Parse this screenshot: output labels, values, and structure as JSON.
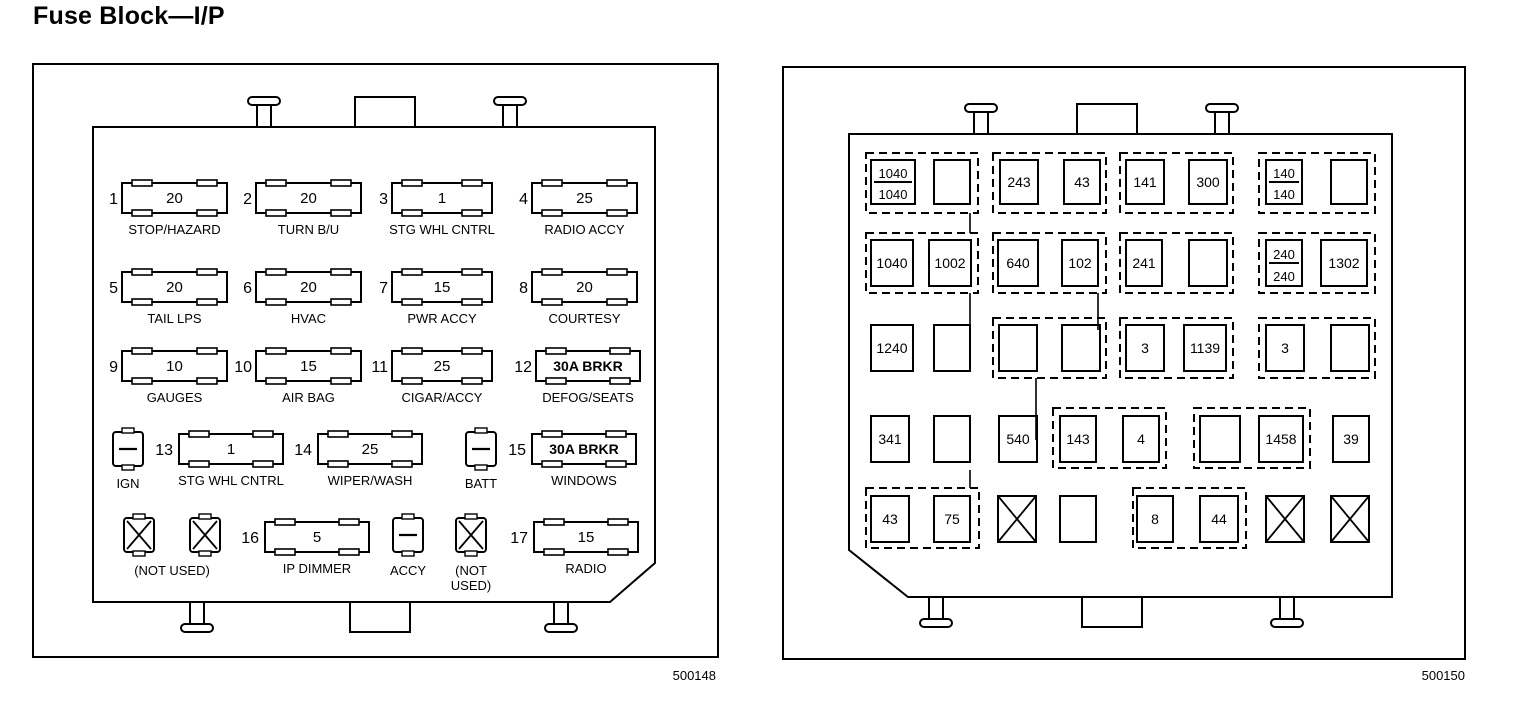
{
  "title": "Fuse Block—I/P",
  "left_diagram": {
    "figure_id": "500148",
    "fuses": [
      {
        "num": "1",
        "rating": "20",
        "label": "STOP/HAZARD"
      },
      {
        "num": "2",
        "rating": "20",
        "label": "TURN B/U"
      },
      {
        "num": "3",
        "rating": "1",
        "label": "STG WHL CNTRL"
      },
      {
        "num": "4",
        "rating": "25",
        "label": "RADIO ACCY"
      },
      {
        "num": "5",
        "rating": "20",
        "label": "TAIL LPS"
      },
      {
        "num": "6",
        "rating": "20",
        "label": "HVAC"
      },
      {
        "num": "7",
        "rating": "15",
        "label": "PWR ACCY"
      },
      {
        "num": "8",
        "rating": "20",
        "label": "COURTESY"
      },
      {
        "num": "9",
        "rating": "10",
        "label": "GAUGES"
      },
      {
        "num": "10",
        "rating": "15",
        "label": "AIR BAG"
      },
      {
        "num": "11",
        "rating": "25",
        "label": "CIGAR/ACCY"
      },
      {
        "num": "12",
        "rating": "30A BRKR",
        "label": "DEFOG/SEATS"
      },
      {
        "num": "13",
        "rating": "1",
        "label": "STG WHL CNTRL"
      },
      {
        "num": "14",
        "rating": "25",
        "label": "WIPER/WASH"
      },
      {
        "num": "15",
        "rating": "30A BRKR",
        "label": "WINDOWS"
      },
      {
        "num": "16",
        "rating": "5",
        "label": "IP DIMMER"
      },
      {
        "num": "17",
        "rating": "15",
        "label": "RADIO"
      }
    ],
    "small_labels": {
      "ign": "IGN",
      "batt": "BATT",
      "accy": "ACCY",
      "not_used": "(NOT USED)",
      "not_used_line1": "(NOT",
      "not_used_line2": "USED)"
    }
  },
  "right_diagram": {
    "figure_id": "500150",
    "cells": [
      "1040",
      "1040",
      "243",
      "43",
      "141",
      "300",
      "140",
      "140",
      "1040",
      "1002",
      "640",
      "102",
      "241",
      "240",
      "240",
      "1302",
      "1240",
      "3",
      "1139",
      "3",
      "341",
      "540",
      "143",
      "4",
      "1458",
      "39",
      "43",
      "75",
      "8",
      "44"
    ]
  }
}
